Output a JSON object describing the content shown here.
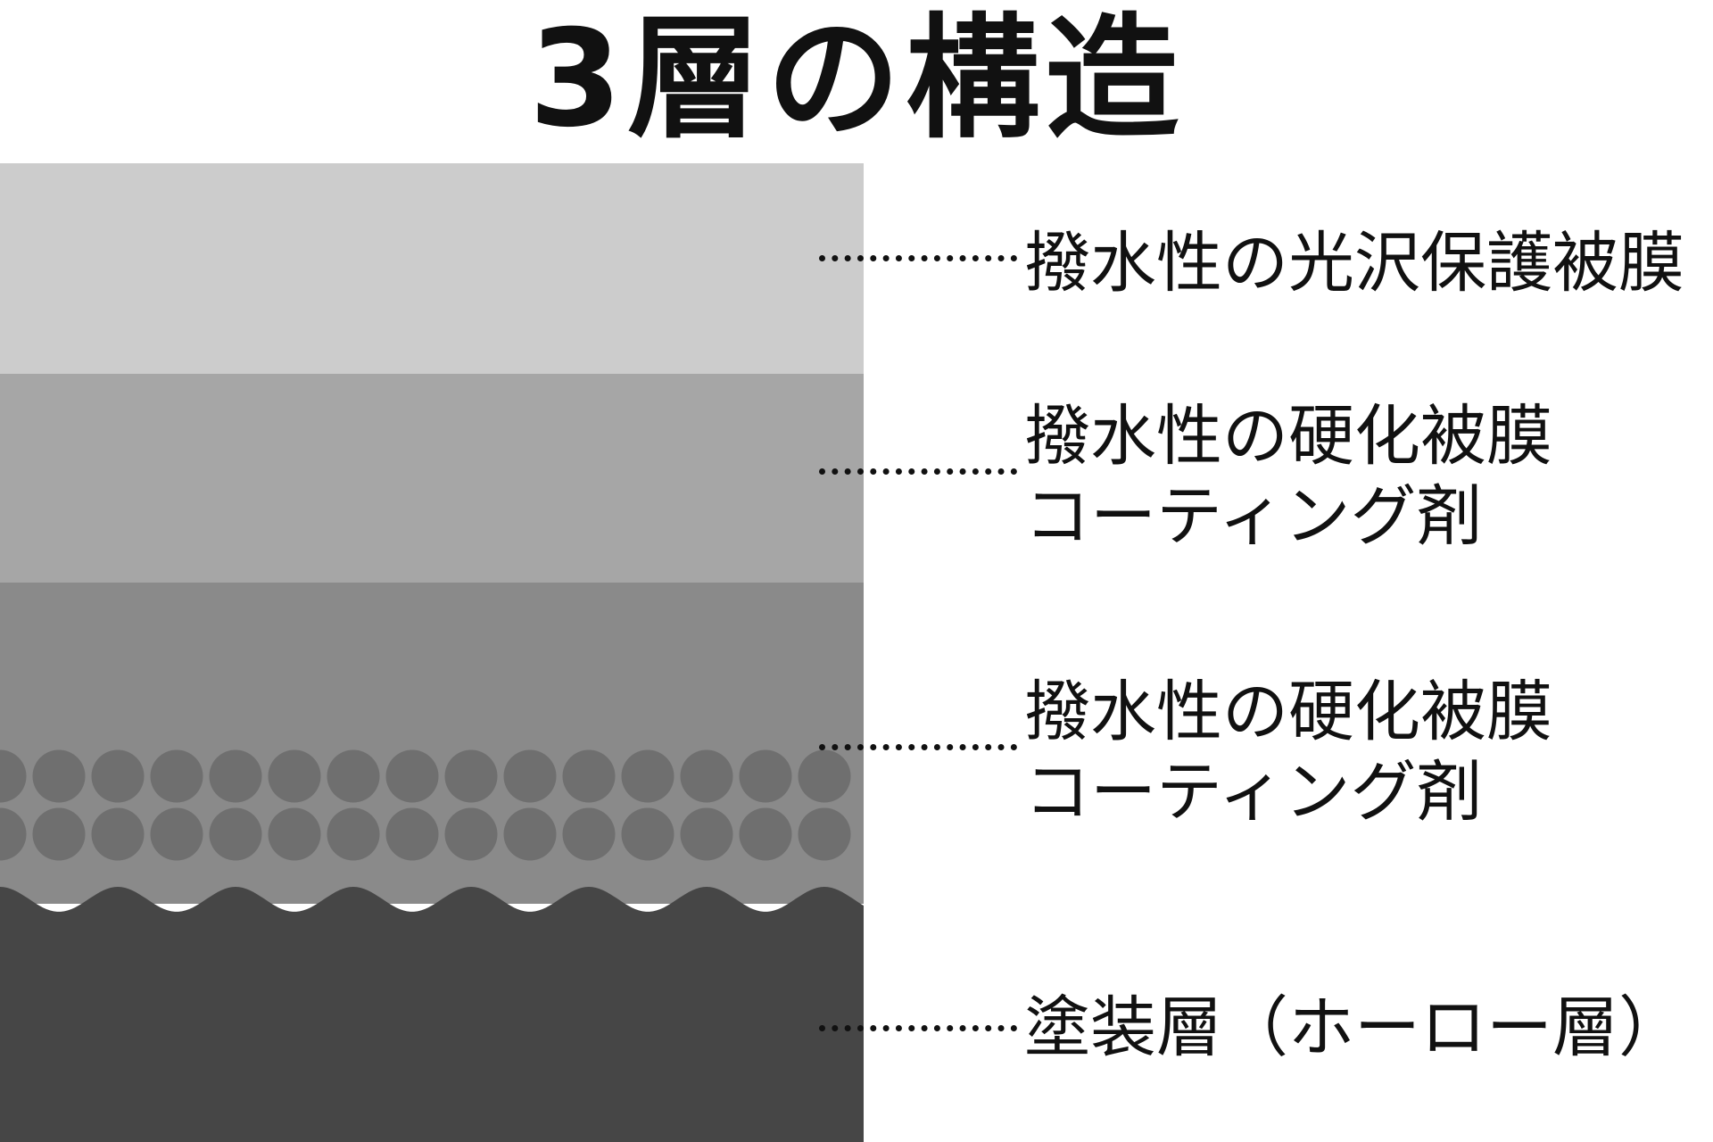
{
  "title": "3層の構造",
  "layers": [
    {
      "name": "top-layer",
      "color": "#cccccc",
      "lines": [
        "撥水性の光沢保護被膜"
      ]
    },
    {
      "name": "upper-coating-layer",
      "color": "#a6a6a6",
      "lines": [
        "撥水性の硬化被膜",
        "コーティング剤"
      ]
    },
    {
      "name": "lower-coating-layer",
      "color": "#8a8a8a",
      "particle_color": "#6f6f6f",
      "lines": [
        "撥水性の硬化被膜",
        "コーティング剤"
      ]
    },
    {
      "name": "paint-layer",
      "color": "#464646",
      "lines": [
        "塗装層（ホーロー層）"
      ]
    }
  ]
}
